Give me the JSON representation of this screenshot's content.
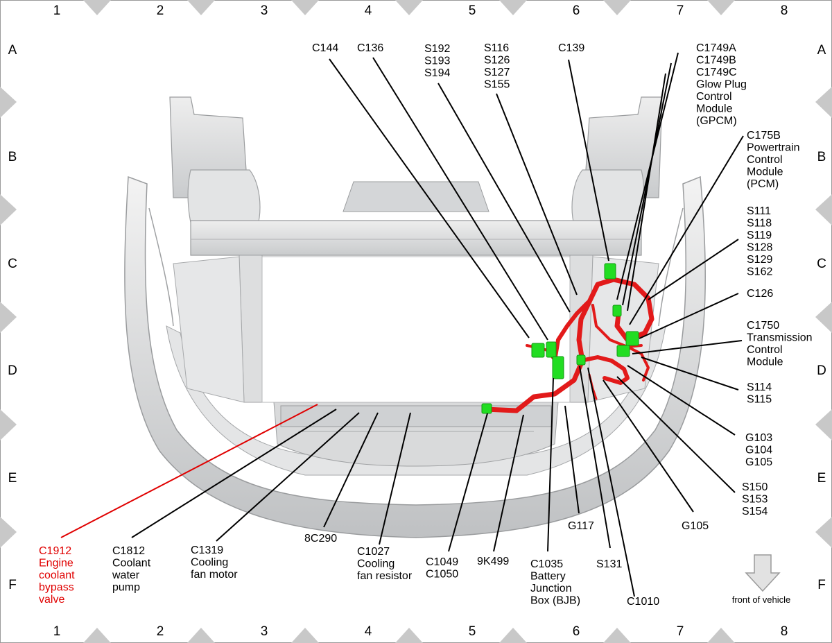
{
  "grid": {
    "columns": [
      "1",
      "2",
      "3",
      "4",
      "5",
      "6",
      "7",
      "8"
    ],
    "rows": [
      "A",
      "B",
      "C",
      "D",
      "E",
      "F"
    ]
  },
  "colors": {
    "harness": "#e21a1a",
    "connector": "#22dd22",
    "callout_highlight": "#e00000",
    "frame_marker": "#c8c8c8",
    "vehicle_body": "#d7d9db"
  },
  "callouts": {
    "c144": [
      "C144"
    ],
    "c136": [
      "C136"
    ],
    "s192": [
      "S192",
      "S193",
      "S194"
    ],
    "s116": [
      "S116",
      "S126",
      "S127",
      "S155"
    ],
    "c139": [
      "C139"
    ],
    "gpcm": [
      "C1749A",
      "C1749B",
      "C1749C",
      "Glow Plug",
      "Control",
      "Module",
      "(GPCM)"
    ],
    "pcm": [
      "C175B",
      "Powertrain",
      "Control",
      "Module",
      "(PCM)"
    ],
    "s111": [
      "S111",
      "S118",
      "S119",
      "S128",
      "S129",
      "S162"
    ],
    "c126": [
      "C126"
    ],
    "tcm": [
      "C1750",
      "Transmission",
      "Control",
      "Module"
    ],
    "s114": [
      "S114",
      "S115"
    ],
    "g103": [
      "G103",
      "G104",
      "G105"
    ],
    "s150": [
      "S150",
      "S153",
      "S154"
    ],
    "g105": [
      "G105"
    ],
    "c1010": [
      "C1010"
    ],
    "s131": [
      "S131"
    ],
    "g117": [
      "G117"
    ],
    "c1035": [
      "C1035",
      "Battery",
      "Junction",
      "Box (BJB)"
    ],
    "9k499": [
      "9K499"
    ],
    "c1049": [
      "C1049",
      "C1050"
    ],
    "c1027": [
      "C1027",
      "Cooling",
      "fan resistor"
    ],
    "8c290": [
      "8C290"
    ],
    "c1319": [
      "C1319",
      "Cooling",
      "fan motor"
    ],
    "c1812": [
      "C1812",
      "Coolant",
      "water",
      "pump"
    ],
    "c1912": [
      "C1912",
      "Engine",
      "coolant",
      "bypass",
      "valve"
    ]
  },
  "front_note": "front of vehicle",
  "front_arrow_icon": "down-arrow-icon"
}
